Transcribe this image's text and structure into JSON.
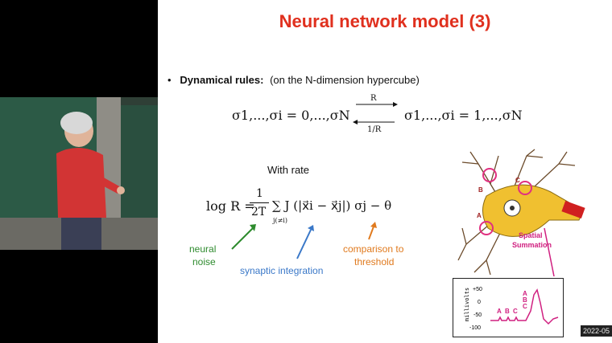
{
  "slide": {
    "title": "Neural network model (3)",
    "bullet": {
      "heading": "Dynamical rules:",
      "text": "(on the N-dimension hypercube)"
    },
    "transition": {
      "left_state": "σ1,...,σi = 0,...,σN",
      "right_state": "σ1,...,σi = 1,...,σN",
      "forward_rate": "R",
      "backward_rate": "1/R"
    },
    "rate_heading": "With rate",
    "rate_formula": {
      "lhs": "log R =",
      "frac_num": "1",
      "frac_den": "2T",
      "body": "∑ J (|x⃗i − x⃗j|) σj − θ",
      "sum_index": "j(≠i)"
    },
    "annotations": {
      "neural_noise_line1": "neural",
      "neural_noise_line2": "noise",
      "synaptic": "synaptic integration",
      "comparison_line1": "comparison to",
      "comparison_line2": "threshold"
    },
    "neuron_image": {
      "caption_line1": "Spatial",
      "caption_line2": "Summation",
      "letters": [
        "B",
        "C",
        "A"
      ],
      "plot": {
        "ylabel": "millivolts",
        "ticks": [
          "+50",
          "0",
          "-50",
          "-100"
        ],
        "peak_labels": [
          "A",
          "B",
          "C"
        ],
        "baseline_labels": [
          "A",
          "B",
          "C"
        ]
      }
    }
  },
  "overlay": {
    "timestamp": "2022-05"
  },
  "colors": {
    "title": "#e0301e",
    "green": "#2e8b2e",
    "blue": "#3a78c8",
    "orange": "#e07a1e"
  }
}
